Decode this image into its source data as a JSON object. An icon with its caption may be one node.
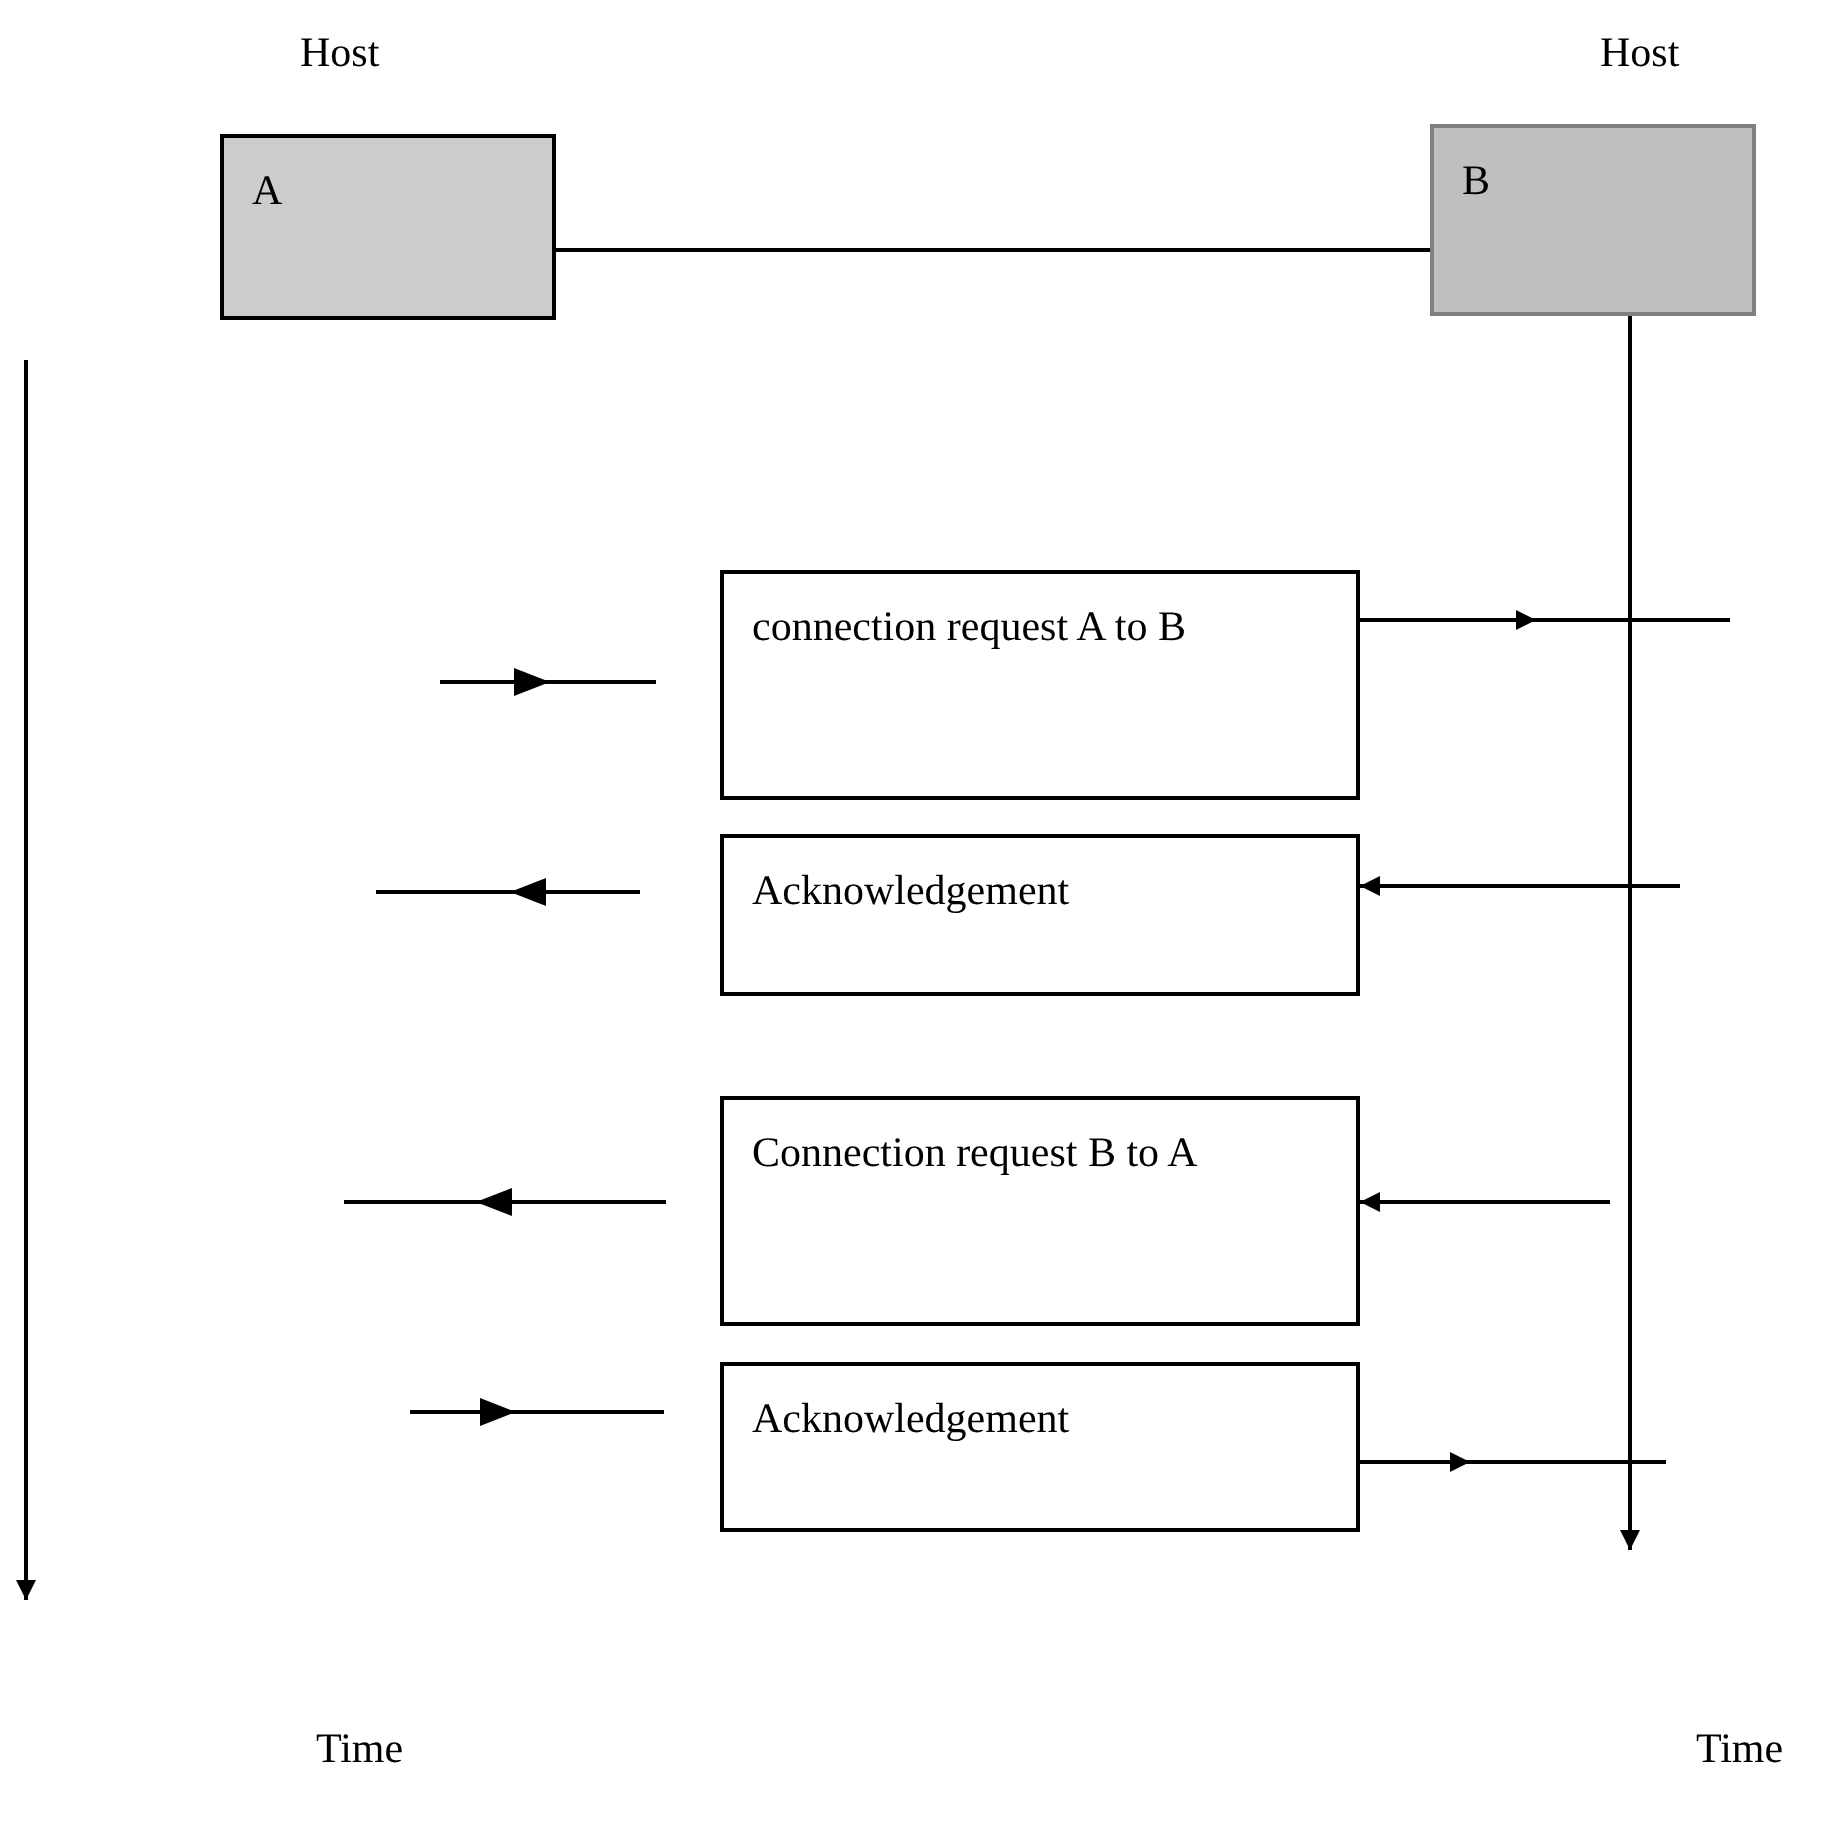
{
  "diagram": {
    "nodes": [
      {
        "text": [
          "A"
        ],
        "beside": [
          "Host"
        ]
      },
      {
        "text": [
          "B"
        ],
        "beside": [
          "Host"
        ]
      },
      {
        "text": [
          "connection request A to B"
        ]
      },
      {
        "text": [
          "Acknowledgement"
        ]
      },
      {
        "text": [
          "Connection request B to A"
        ]
      },
      {
        "text": [
          "Acknowledgement"
        ]
      }
    ],
    "edges": [
      {
        "from": 0,
        "to": 1,
        "arrow": "none"
      },
      {
        "from": 1,
        "to": null,
        "arrow": "to"
      },
      {
        "from": 2,
        "to": null,
        "arrow": "to"
      },
      {
        "from": null,
        "to": 3,
        "arrow": "to"
      },
      {
        "from": null,
        "to": 4,
        "arrow": "to"
      },
      {
        "from": 5,
        "to": null,
        "arrow": "to"
      }
    ],
    "labels": [
      "Time",
      "Time"
    ]
  }
}
